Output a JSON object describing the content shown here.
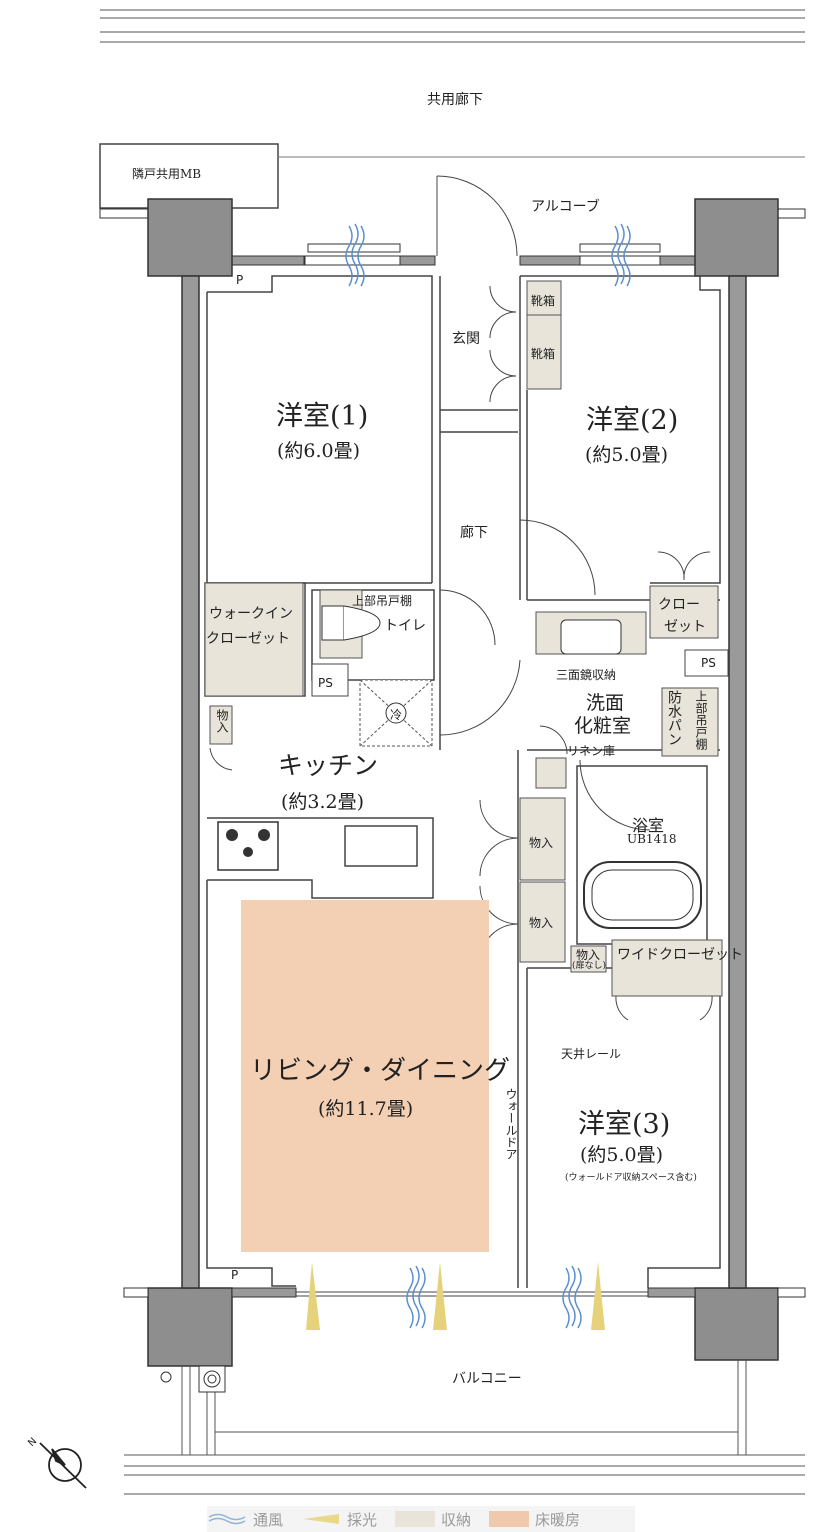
{
  "labels": {
    "common_corridor": "共用廊下",
    "neighbor_mb": "隣戸共用MB",
    "alcove": "アルコーブ",
    "entrance": "玄関",
    "shoe_box_1": "靴箱",
    "shoe_box_2": "靴箱",
    "room1_name": "洋室(1)",
    "room1_area": "(約6.0畳)",
    "room2_name": "洋室(2)",
    "room2_area": "(約5.0畳)",
    "hallway": "廊下",
    "walkin_closet_1": "ウォークイン",
    "walkin_closet_2": "クローゼット",
    "upper_cabinet": "上部吊戸棚",
    "toilet": "トイレ",
    "ps_1": "PS",
    "ps_2": "PS",
    "fridge": "冷",
    "storage_kitchen": "物入",
    "closet_1": "クロー",
    "closet_2": "ゼット",
    "mirror_storage": "三面鏡収納",
    "washroom_1": "洗面",
    "washroom_2": "化粧室",
    "waterproof_pan": "防水パン",
    "upper_cabinet_vertical": "上部吊戸棚",
    "linen": "リネン庫",
    "kitchen_name": "キッチン",
    "kitchen_area": "(約3.2畳)",
    "bathroom": "浴室",
    "bathroom_unit": "UB1418",
    "storage_1": "物入",
    "storage_2": "物入",
    "storage_nodoor_1": "物入",
    "storage_nodoor_2": "(扉なし)",
    "wide_closet": "ワイドクローゼット",
    "ceiling_rail": "天井レール",
    "living_name": "リビング・ダイニング",
    "living_area": "(約11.7畳)",
    "wall_door": "ウォールドア",
    "room3_name": "洋室(3)",
    "room3_area": "(約5.0畳)",
    "room3_note": "(ウォールドア収納スペース含む)",
    "p_top": "P",
    "p_bottom": "P",
    "balcony": "バルコニー",
    "compass_n": "N"
  },
  "legend": [
    {
      "label": "通風",
      "icon": "ventilation-waves-icon",
      "color": "#8fb3d9"
    },
    {
      "label": "採光",
      "icon": "daylight-beam-icon",
      "color": "#e8d98a"
    },
    {
      "label": "収納",
      "icon": "storage-swatch",
      "color": "#e8e4da"
    },
    {
      "label": "床暖房",
      "icon": "floor-heating-swatch",
      "color": "#f0c9ad"
    }
  ],
  "colors": {
    "wall": "#9a9a9a",
    "wall_dark": "#8e8e8e",
    "storage": "#e8e4da",
    "floor_heating": "#f3cfb3",
    "wind": "#5b8fcf",
    "light": "#e6d27a"
  }
}
